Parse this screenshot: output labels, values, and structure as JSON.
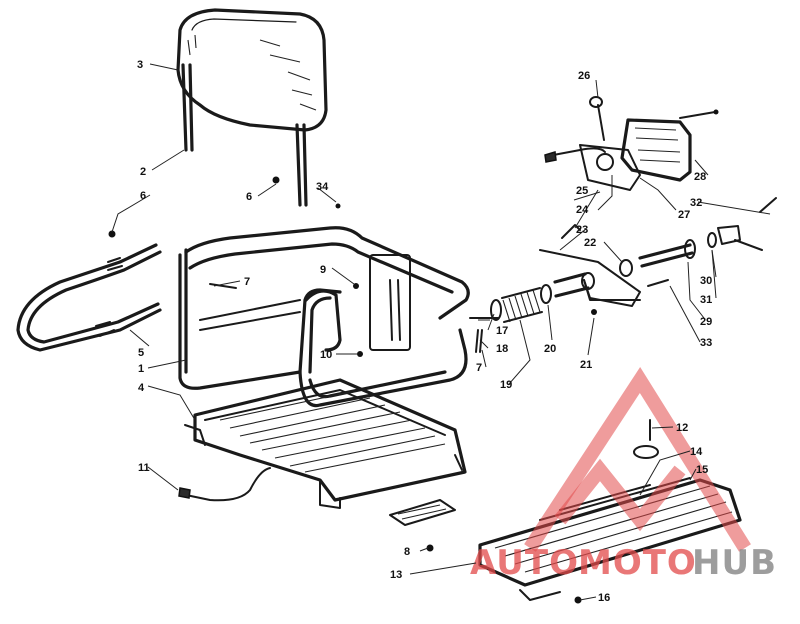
{
  "labels": [
    {
      "id": "1",
      "text": "1"
    },
    {
      "id": "2",
      "text": "2"
    },
    {
      "id": "3",
      "text": "3"
    },
    {
      "id": "4",
      "text": "4"
    },
    {
      "id": "5",
      "text": "5"
    },
    {
      "id": "6a",
      "text": "6"
    },
    {
      "id": "6b",
      "text": "6"
    },
    {
      "id": "7a",
      "text": "7"
    },
    {
      "id": "7b",
      "text": "7"
    },
    {
      "id": "8",
      "text": "8"
    },
    {
      "id": "9",
      "text": "9"
    },
    {
      "id": "10",
      "text": "10"
    },
    {
      "id": "11",
      "text": "11"
    },
    {
      "id": "12",
      "text": "12"
    },
    {
      "id": "13",
      "text": "13"
    },
    {
      "id": "14",
      "text": "14"
    },
    {
      "id": "15",
      "text": "15"
    },
    {
      "id": "16",
      "text": "16"
    },
    {
      "id": "17",
      "text": "17"
    },
    {
      "id": "18",
      "text": "18"
    },
    {
      "id": "19",
      "text": "19"
    },
    {
      "id": "20",
      "text": "20"
    },
    {
      "id": "21",
      "text": "21"
    },
    {
      "id": "22",
      "text": "22"
    },
    {
      "id": "23",
      "text": "23"
    },
    {
      "id": "24",
      "text": "24"
    },
    {
      "id": "25",
      "text": "25"
    },
    {
      "id": "26",
      "text": "26"
    },
    {
      "id": "27",
      "text": "27"
    },
    {
      "id": "28",
      "text": "28"
    },
    {
      "id": "29",
      "text": "29"
    },
    {
      "id": "30",
      "text": "30"
    },
    {
      "id": "31",
      "text": "31"
    },
    {
      "id": "32",
      "text": "32"
    },
    {
      "id": "33",
      "text": "33"
    },
    {
      "id": "34",
      "text": "34"
    }
  ],
  "watermark": {
    "part1": "AUTO",
    "part2": "MOTO",
    "part3": "HUB",
    "color_red": "#e24a4a",
    "color_gray": "#8c8c8c"
  }
}
